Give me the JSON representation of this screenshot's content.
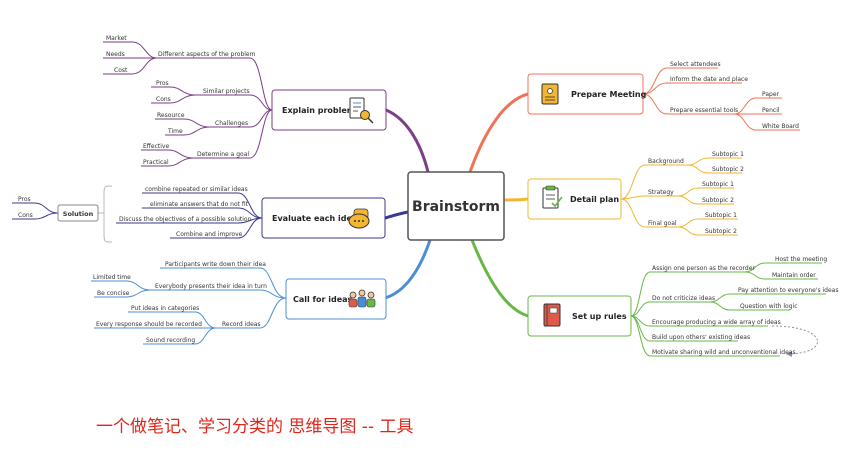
{
  "root": "Brainstorm",
  "explain": {
    "title": "Explain problem",
    "aspects": "Different aspects of the problem",
    "market": "Market",
    "needs": "Needs",
    "cost": "Cost",
    "similar": "Similar projects",
    "pros": "Pros",
    "cons": "Cons",
    "challenges": "Challenges",
    "resource": "Resource",
    "time": "Time",
    "goal": "Determine a goal",
    "effective": "Effective",
    "practical": "Practical"
  },
  "evaluate": {
    "title": "Evaluate each idea",
    "i1": "combine repeated or similar ideas",
    "i2": "eliminate answers that do not fit",
    "i3": "Discuss the objectives of a possible solution",
    "i4": "Combine and improve",
    "solution": "Solution",
    "pros": "Pros",
    "cons": "Cons"
  },
  "call": {
    "title": "Call for ideas",
    "write": "Participants write down their idea",
    "present": "Everybody presents their idea in turn",
    "limited": "Limited time",
    "concise": "Be concise",
    "record": "Record ideas",
    "categories": "Put ideas in categories",
    "response": "Every response should be recorded",
    "sound": "Sound recording"
  },
  "prepare": {
    "title": "Prepare Meeting",
    "attendees": "Select attendees",
    "inform": "Inform the date and place",
    "tools": "Prepare essential tools",
    "paper": "Paper",
    "pencil": "Pencil",
    "board": "White Board"
  },
  "detail": {
    "title": "Detail plan",
    "background": "Background",
    "strategy": "Strategy",
    "final": "Final goal",
    "s1": "Subtopic 1",
    "s2": "Subtopic 2"
  },
  "rules": {
    "title": "Set up rules",
    "assign": "Assign one person as the recorder",
    "host": "Host the meeting",
    "maintain": "Maintain order",
    "criticize": "Do not criticize ideas",
    "pay": "Pay attention to everyone's ideas",
    "question": "Question with logic",
    "encourage": "Encourage producing a wide array of ideas",
    "build": "Build upon others' existing ideas",
    "motivate": "Motivate sharing wild and unconventional ideas"
  },
  "caption": "一个做笔记、学习分类的 思维导图  -- 工具"
}
